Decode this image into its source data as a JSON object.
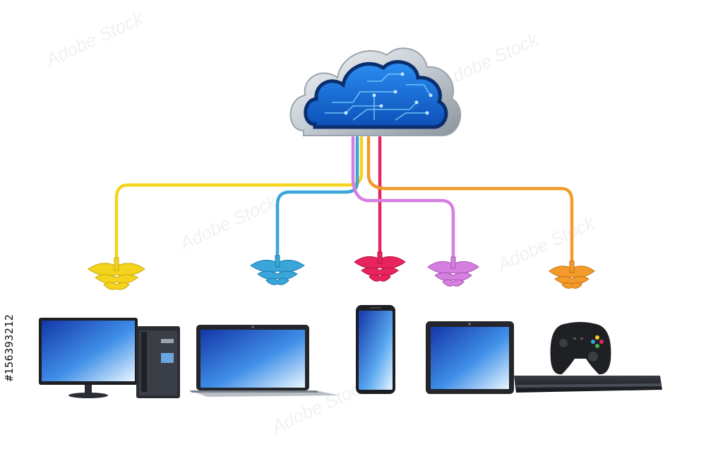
{
  "image": {
    "stock_id": "#156393212",
    "watermark_text": "Adobe Stock"
  },
  "cloud": {
    "icon": "circuit-cloud-icon",
    "fill": "#1e6fd9",
    "rim": "#d8dde3"
  },
  "cables": [
    {
      "name": "yellow",
      "color": "#f4d31c"
    },
    {
      "name": "blue",
      "color": "#3aa5d8"
    },
    {
      "name": "red",
      "color": "#e8245e"
    },
    {
      "name": "violet",
      "color": "#d57fe0"
    },
    {
      "name": "orange",
      "color": "#f29a2a"
    }
  ],
  "devices": [
    {
      "name": "desktop-computer",
      "icon": "desktop-computer-icon"
    },
    {
      "name": "laptop",
      "icon": "laptop-icon"
    },
    {
      "name": "smartphone",
      "icon": "smartphone-icon"
    },
    {
      "name": "tablet",
      "icon": "tablet-icon"
    },
    {
      "name": "game-console",
      "icon": "game-console-icon"
    }
  ],
  "colors": {
    "screen_top": "#1a3fb0",
    "screen_bottom": "#e8f4ff",
    "device_body": "#2a2d33"
  }
}
